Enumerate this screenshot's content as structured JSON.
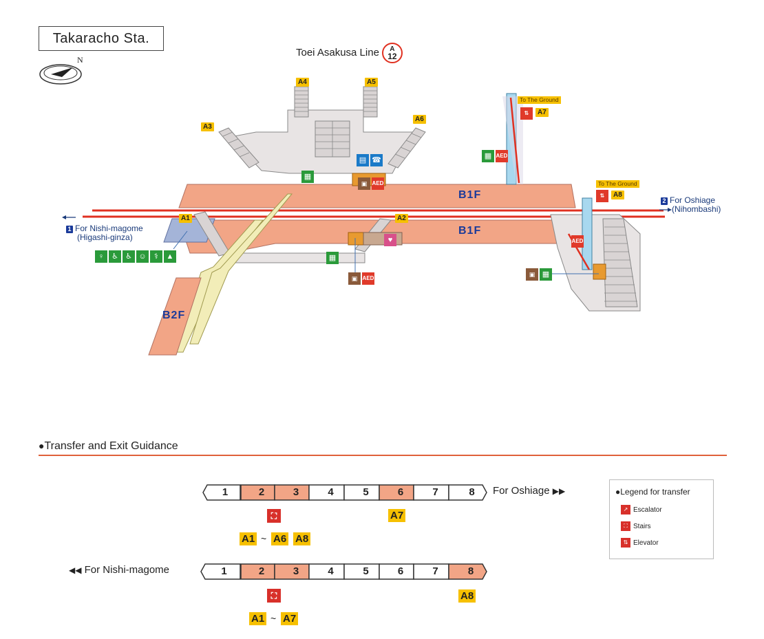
{
  "station": {
    "name": "Takaracho Sta."
  },
  "line": {
    "name": "Toei Asakusa Line",
    "badge_letter": "A",
    "badge_number": "12",
    "badge_color": "#e03020"
  },
  "compass": {
    "north_label": "N"
  },
  "exits": {
    "a1": "A1",
    "a2": "A2",
    "a3": "A3",
    "a4": "A4",
    "a5": "A5",
    "a6": "A6",
    "a7": "A7",
    "a8": "A8"
  },
  "ground_labels": {
    "a7": "To The Ground",
    "a8": "To The Ground"
  },
  "directions": {
    "oshiage": {
      "number": "2",
      "line1": "For Oshiage",
      "line2": "(Nihombashi)"
    },
    "nishimagome": {
      "number": "1",
      "line1": "For Nishi-magome",
      "line2": "(Higashi-ginza)"
    }
  },
  "floors": {
    "upper": "B1F",
    "lower": "B1F",
    "b2": "B2F"
  },
  "facility_icons": [
    "toilet-icon",
    "wheelchair-icon",
    "accessible-toilet-icon",
    "baby-icon",
    "ostomate-icon",
    "child-seat-icon",
    "coin-locker-icon",
    "aed-icon",
    "ticket-machine-icon",
    "elevator-icon",
    "phone-icon",
    "fax-icon",
    "nursing-room-icon"
  ],
  "colors": {
    "platform": "#f2a586",
    "rail": "#e03020",
    "exit": "#f6c000",
    "floor_label": "#1a3a9a",
    "facility_green": "#2a9a3a",
    "facility_red": "#e03a2a"
  },
  "guidance": {
    "title": "Transfer and Exit Guidance",
    "trains": [
      {
        "direction_label": "For Oshiage",
        "cars": [
          "1",
          "2",
          "3",
          "4",
          "5",
          "6",
          "7",
          "8"
        ],
        "highlighted": [
          "2",
          "3",
          "6"
        ],
        "groups": [
          {
            "icon": "stairs-icon",
            "exits_from": "A1",
            "tilde": "~",
            "exits_to": "A6",
            "extra": "A8"
          },
          {
            "icon": "",
            "exit": "A7"
          }
        ]
      },
      {
        "direction_label": "For Nishi-magome",
        "cars": [
          "1",
          "2",
          "3",
          "4",
          "5",
          "6",
          "7",
          "8"
        ],
        "highlighted": [
          "2",
          "3",
          "8"
        ],
        "groups": [
          {
            "icon": "stairs-icon",
            "exits_from": "A1",
            "tilde": "~",
            "exits_to": "A7"
          },
          {
            "icon": "",
            "exit": "A8"
          }
        ]
      }
    ]
  },
  "legend": {
    "title": "Legend for transfer",
    "items": [
      {
        "icon": "escalator-icon",
        "label": "Escalator"
      },
      {
        "icon": "stairs-icon",
        "label": "Stairs"
      },
      {
        "icon": "elevator-icon",
        "label": "Elevator"
      }
    ]
  }
}
